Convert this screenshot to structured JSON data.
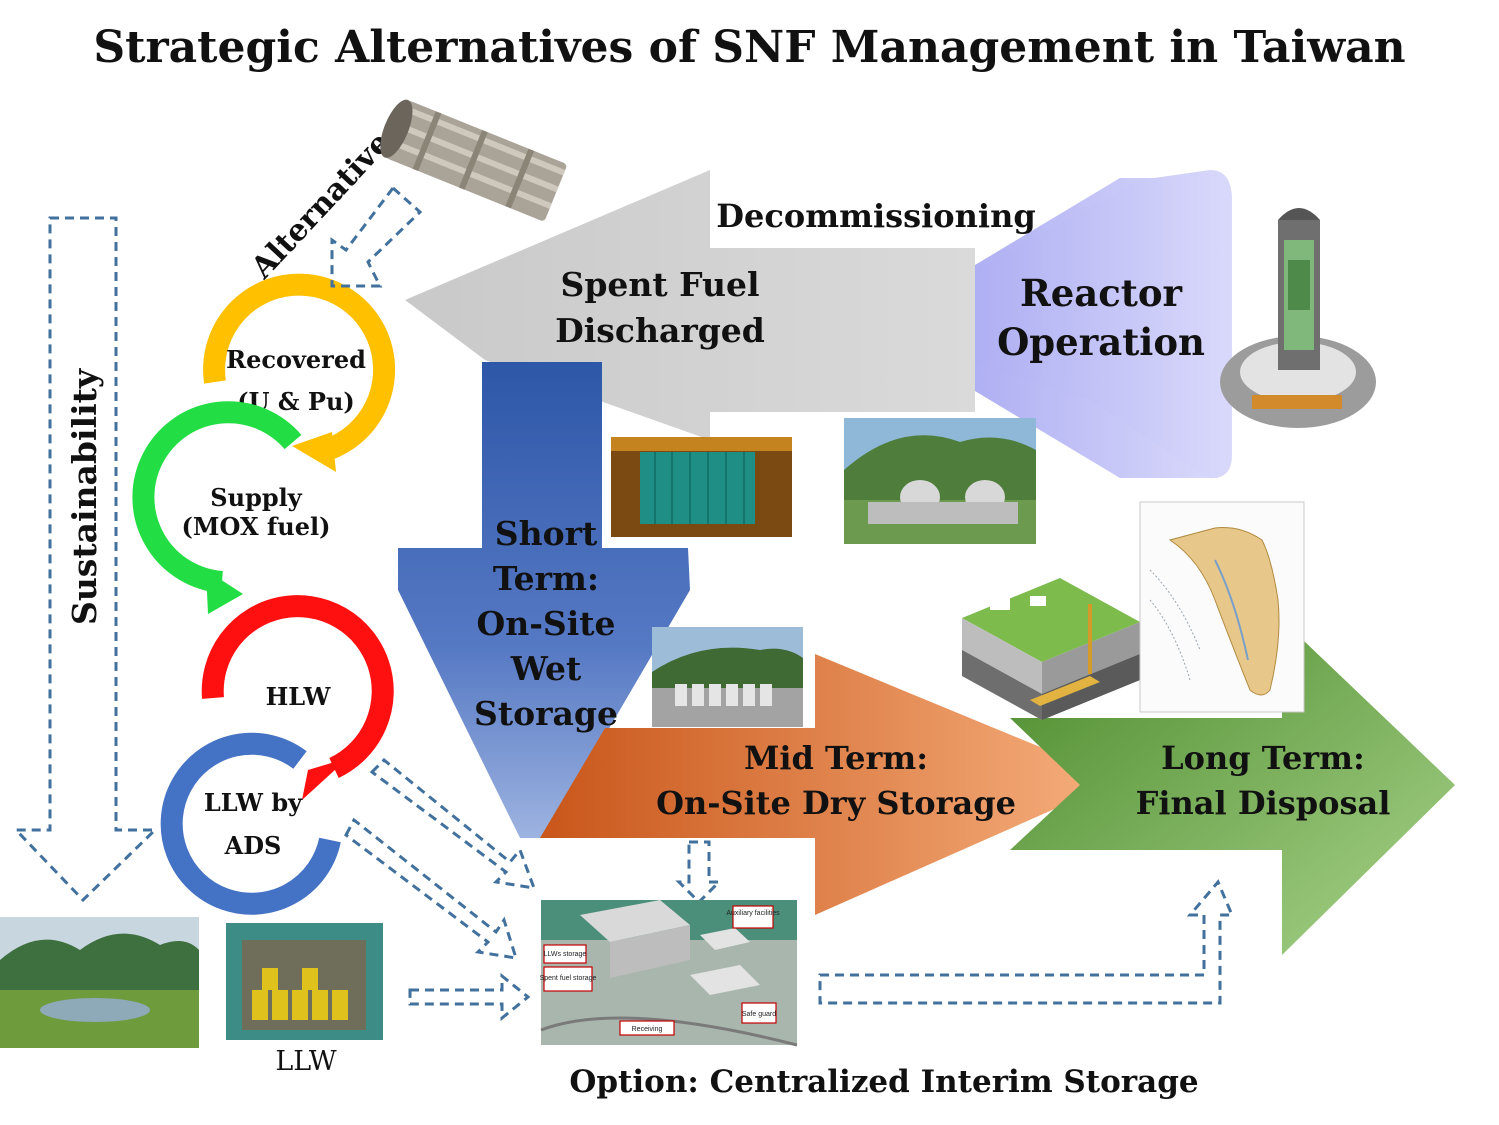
{
  "title": "Strategic Alternatives of SNF Management in Taiwan",
  "colors": {
    "spent_fuel_arrow": "#c8c8c8",
    "reactor_arrow": "#a8a8f2",
    "short_term_arrow": "#3f67b4",
    "mid_term_arrow": "#e3742c",
    "long_term_arrow": "#5e9e3a",
    "recovered": "#ffc000",
    "supply": "#22dd44",
    "hlw": "#ff1010",
    "llw_ads": "#4472c4",
    "dashed": "#41719c"
  },
  "labels": {
    "decommissioning": "Decommissioning",
    "spent_fuel_line1": "Spent Fuel",
    "spent_fuel_line2": "Discharged",
    "reactor_line1": "Reactor",
    "reactor_line2": "Operation",
    "short_line1": "Short",
    "short_line2": "Term:",
    "short_line3": "On-Site",
    "short_line4": "Wet",
    "short_line5": "Storage",
    "mid_line1": "Mid Term:",
    "mid_line2": "On-Site Dry Storage",
    "long_line1": "Long Term:",
    "long_line2": "Final Disposal",
    "alternative": "Alternative",
    "sustainability": "Sustainability",
    "recovered_line1": "Recovered",
    "recovered_line2": "(U & Pu)",
    "supply_line1": "Supply",
    "supply_line2": "(MOX fuel)",
    "hlw": "HLW",
    "llw_ads_line1": "LLW by",
    "llw_ads_line2": "ADS",
    "llw": "LLW",
    "option": "Option: Centralized Interim Storage"
  },
  "storage_callouts": {
    "auxiliary": "Auxiliary facilities",
    "llws": "LLWs storage",
    "spent_fuel": "Spent fuel storage",
    "safe_guard": "Safe guard",
    "receiving": "Receiving"
  },
  "icons": {
    "fuel_assembly": "fuel-assembly-icon",
    "reactor_vessel": "reactor-cutaway-icon",
    "repository": "underground-repository-icon"
  }
}
